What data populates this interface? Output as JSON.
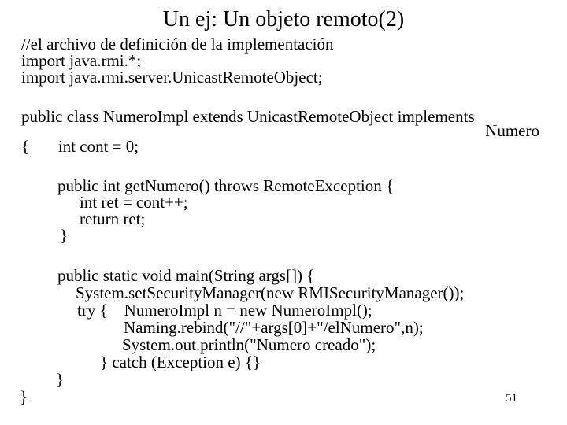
{
  "slide": {
    "title": "Un ej: Un objeto remoto(2)",
    "page_number": "51",
    "code_lines": [
      "//el archivo de definición de la implementación",
      "import java.rmi.*;",
      "import java.rmi.server.UnicastRemoteObject;",
      "public class NumeroImpl extends UnicastRemoteObject implements",
      "Numero",
      "{       int cont = 0;",
      "public int getNumero() throws RemoteException {",
      "int ret = cont++;",
      "return ret;",
      "}",
      "public static void main(String args[]) {",
      "System.setSecurityManager(new RMISecurityManager());",
      "try {    NumeroImpl n = new NumeroImpl();",
      "Naming.rebind(\"//\"+args[0]+\"/elNumero\",n);",
      "System.out.println(\"Numero creado\");",
      "} catch (Exception e) {}",
      "}",
      "}"
    ]
  }
}
